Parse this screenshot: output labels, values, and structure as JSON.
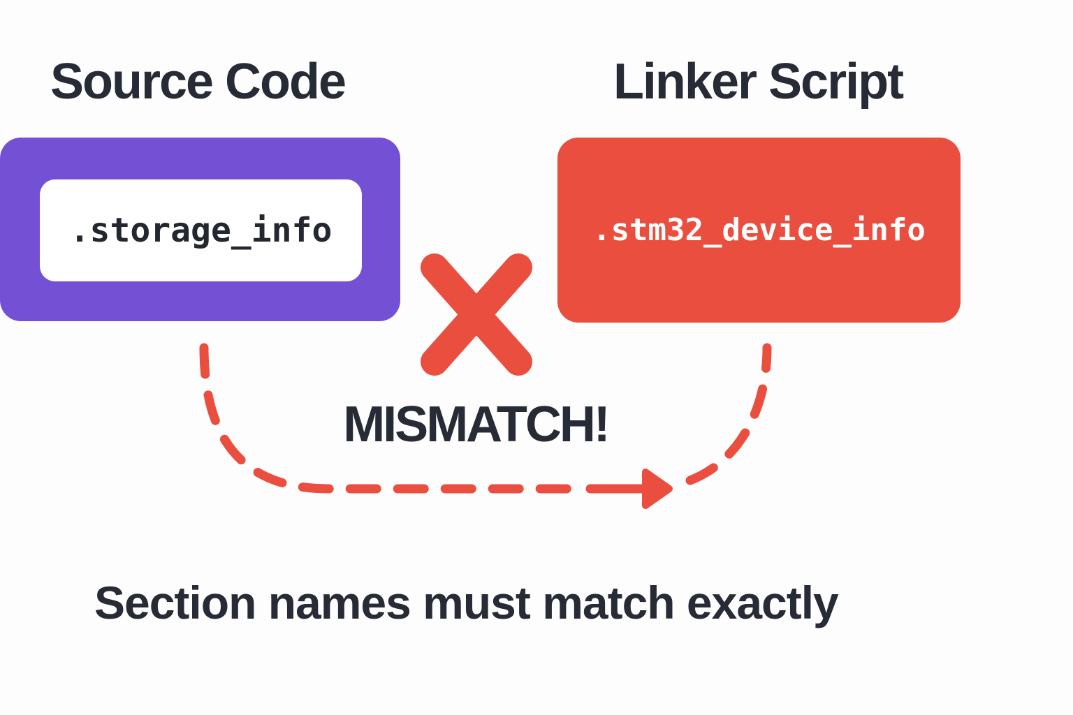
{
  "source": {
    "heading": "Source Code",
    "section_name": ".storage_info"
  },
  "linker": {
    "heading": "Linker Script",
    "section_name": ".stm32_device_info"
  },
  "mismatch_label": "MISMATCH!",
  "caption": "Section names must match exactly",
  "colors": {
    "purple": "#7451d4",
    "red": "#ea4e3e",
    "dark": "#262b36",
    "code_dark": "#23272f",
    "white": "#ffffff",
    "bg": "#fdfdfe"
  },
  "icons": {
    "cross": "mismatch-x-icon",
    "arrow": "dashed-mapping-arrow-icon"
  }
}
